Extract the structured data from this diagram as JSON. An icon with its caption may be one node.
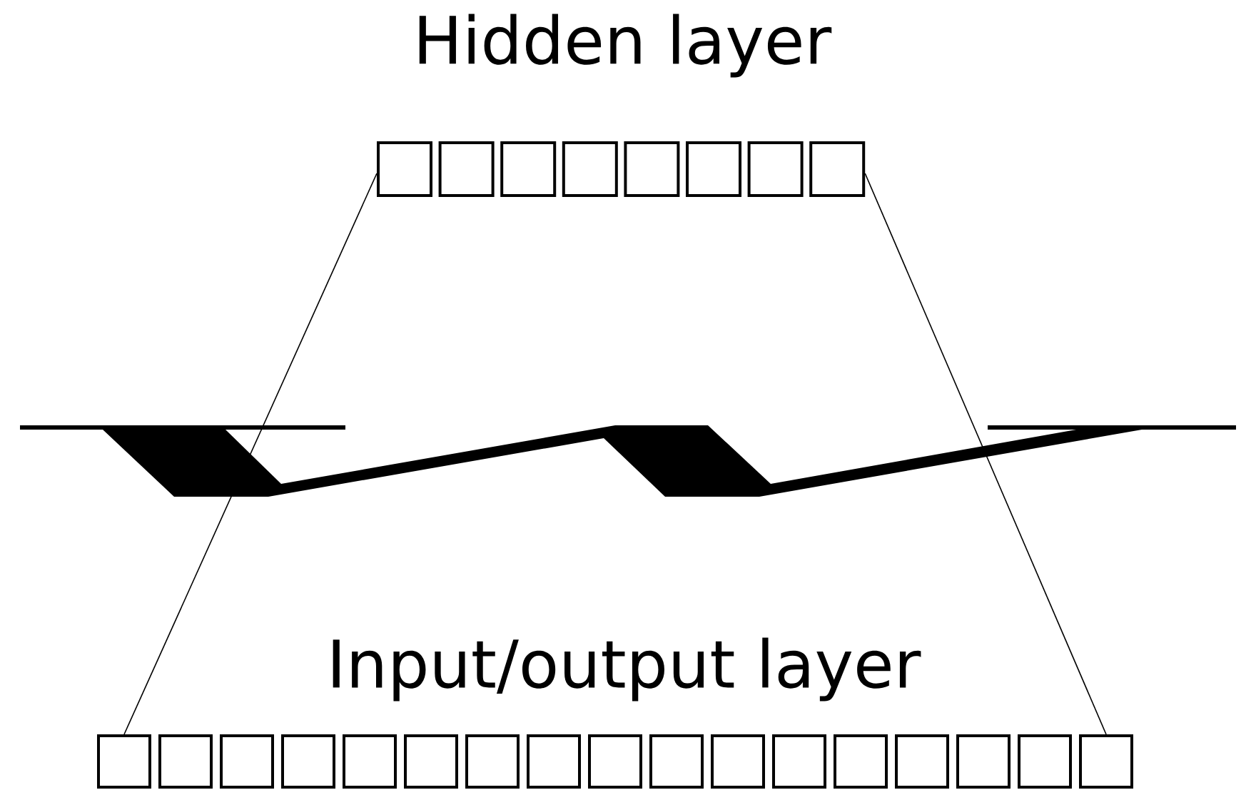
{
  "diagram": {
    "nodes": [
      {
        "text": [],
        "shape": "box"
      },
      {
        "text": [],
        "shape": "box"
      },
      {
        "text": [],
        "shape": "box"
      },
      {
        "text": [],
        "shape": "box"
      },
      {
        "text": [],
        "shape": "box"
      },
      {
        "text": [],
        "shape": "box"
      },
      {
        "text": [],
        "shape": "box"
      },
      {
        "text": [],
        "shape": "box"
      },
      {
        "text": [],
        "shape": "box"
      },
      {
        "text": [],
        "shape": "box"
      },
      {
        "text": [],
        "shape": "box"
      },
      {
        "text": [],
        "shape": "box"
      },
      {
        "text": [],
        "shape": "box"
      },
      {
        "text": [],
        "shape": "box"
      },
      {
        "text": [],
        "shape": "box"
      },
      {
        "text": [],
        "shape": "box"
      },
      {
        "text": [],
        "shape": "box"
      },
      {
        "text": [],
        "shape": "box"
      },
      {
        "text": [],
        "shape": "box"
      },
      {
        "text": [],
        "shape": "box"
      },
      {
        "text": [],
        "shape": "box"
      },
      {
        "text": [],
        "shape": "box"
      },
      {
        "text": [],
        "shape": "box"
      },
      {
        "text": [],
        "shape": "box"
      },
      {
        "text": [],
        "shape": "box"
      }
    ],
    "edges": [
      {
        "from": 0,
        "to": 8,
        "arrow": "none"
      },
      {
        "from": 7,
        "to": 24,
        "arrow": "none"
      }
    ],
    "labels": [
      "Hidden layer",
      "Input/output layer"
    ]
  }
}
